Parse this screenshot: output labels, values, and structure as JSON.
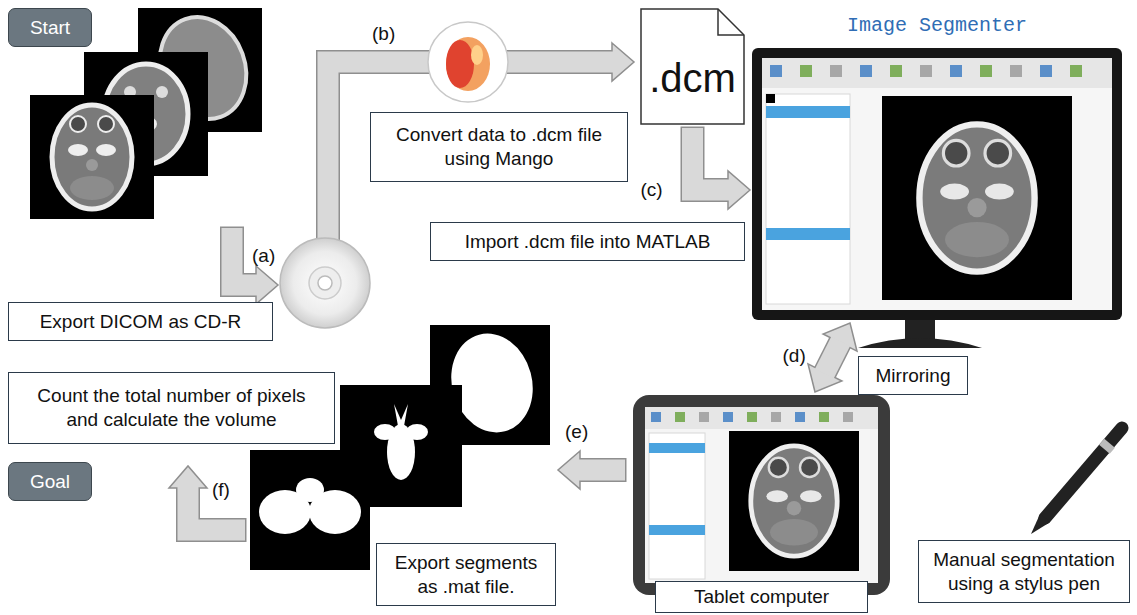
{
  "diagram": {
    "nodes": [
      {
        "text": [
          "Start"
        ]
      },
      {
        "text": [
          "Export DICOM as CD-R"
        ]
      },
      {
        "text": [
          "Convert data to .dcm file using Mango"
        ]
      },
      {
        "text": [
          ".dcm"
        ]
      },
      {
        "text": [
          "Image Segmenter"
        ]
      },
      {
        "text": [
          "Import .dcm file into MATLAB"
        ]
      },
      {
        "text": [
          "Mirroring"
        ]
      },
      {
        "text": [
          "Manual segmentation using a stylus pen"
        ]
      },
      {
        "text": [
          "Tablet computer"
        ]
      },
      {
        "text": [
          "Count the total number of pixels and calculate the volume"
        ]
      },
      {
        "text": [
          "Goal"
        ]
      },
      {
        "text": [
          "Export segments as .mat file."
        ]
      }
    ],
    "edges": [
      {
        "from": 3,
        "to": 4,
        "arrow": "to",
        "label": "(c)"
      },
      {
        "from": 4,
        "to": 8,
        "arrow": "both",
        "label": "(d)"
      }
    ],
    "labels": [
      "(a)",
      "(b)",
      "(e)",
      "(f)"
    ]
  }
}
